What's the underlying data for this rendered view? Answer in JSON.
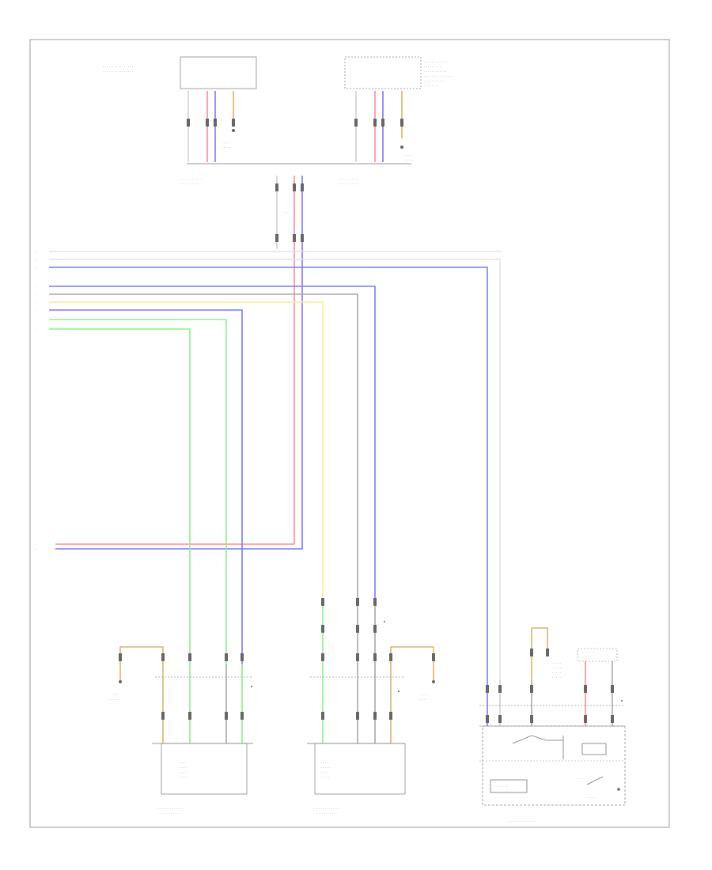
{
  "diagram": {
    "page_number": "",
    "components": [
      {
        "id": "ecu_top_left",
        "label": ""
      },
      {
        "id": "ecu_top_right",
        "label": ""
      },
      {
        "id": "left_module",
        "label": ""
      },
      {
        "id": "middle_module",
        "label": ""
      },
      {
        "id": "right_assembly",
        "label": ""
      }
    ],
    "wire_colors": {
      "pink": "#ff8a9a",
      "blue": "#7a7aff",
      "green": "#8cf08c",
      "yellow": "#f2f28c",
      "gray": "#a8a8a8",
      "light_gray": "#d0d0d0",
      "tan": "#d9b66b",
      "frame": "#9a9a9a"
    }
  }
}
